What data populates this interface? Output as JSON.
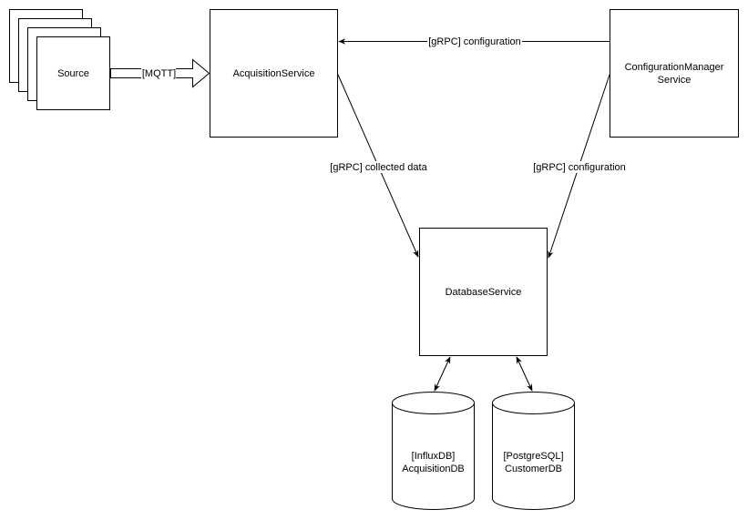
{
  "nodes": {
    "source": {
      "label": "Source"
    },
    "acquisition_service": {
      "label": "AcquisitionService"
    },
    "configuration_manager": {
      "label_line1": "ConfigurationManager",
      "label_line2": "Service"
    },
    "database_service": {
      "label": "DatabaseService"
    },
    "influx_db": {
      "label_line1": "[InfluxDB]",
      "label_line2": "AcquisitionDB"
    },
    "postgres_db": {
      "label_line1": "[PostgreSQL]",
      "label_line2": "CustomerDB"
    }
  },
  "edges": {
    "mqtt": {
      "label": "[MQTT]"
    },
    "config_to_acquisition": {
      "label": "[gRPC] configuration"
    },
    "acquisition_to_database": {
      "label": "[gRPC] collected data"
    },
    "config_to_database": {
      "label": "[gRPC] configuration"
    }
  },
  "colors": {
    "stroke": "#000000",
    "fill": "#ffffff",
    "text": "#000000"
  }
}
